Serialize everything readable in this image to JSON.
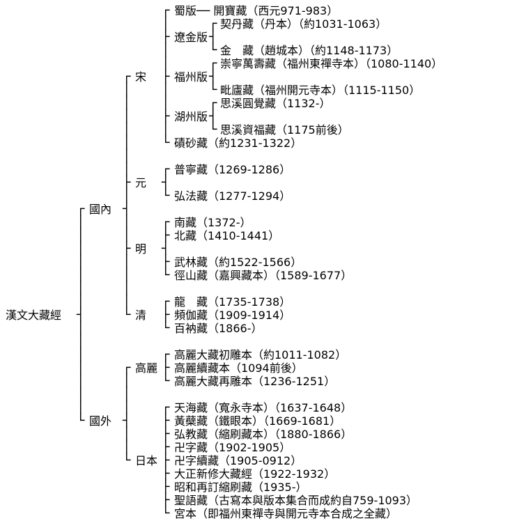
{
  "figure": {
    "root_label": "漢文大藏經",
    "colors": {
      "background": "#ffffff",
      "text": "#000000"
    }
  },
  "tree_rows": [
    [
      {
        "c": "g3",
        "t": "┌"
      },
      {
        "c": "l3",
        "t": "蜀版── 開寶藏（西元971-983）"
      }
    ],
    [
      {
        "c": "g3",
        "t": "│"
      },
      {
        "c": "g4",
        "t": "┌"
      },
      {
        "c": "l4",
        "t": "契丹藏（丹本）（約1031-1063）"
      }
    ],
    [
      {
        "c": "g3",
        "t": "├"
      },
      {
        "c": "l3",
        "t": "遼金版"
      },
      {
        "c": "g4",
        "t": "┤"
      }
    ],
    [
      {
        "c": "g3",
        "t": "│"
      },
      {
        "c": "g4",
        "t": "└"
      },
      {
        "c": "l4",
        "t": "金　藏（趙城本）（約1148-1173）"
      }
    ],
    [
      {
        "c": "g3",
        "t": "│"
      },
      {
        "c": "g4",
        "t": "┌"
      },
      {
        "c": "l4",
        "t": "崇寧萬壽藏（福州東禪寺本）（1080-1140）"
      }
    ],
    [
      {
        "c": "g2",
        "t": "┌"
      },
      {
        "c": "l2",
        "t": "宋"
      },
      {
        "c": "g3",
        "t": "├"
      },
      {
        "c": "l3",
        "t": "福州版"
      },
      {
        "c": "g4",
        "t": "┤"
      }
    ],
    [
      {
        "c": "g2",
        "t": "│"
      },
      {
        "c": "g3",
        "t": "│"
      },
      {
        "c": "g4",
        "t": "└"
      },
      {
        "c": "l4",
        "t": "毗廬藏（福州開元寺本）（1115-1150）"
      }
    ],
    [
      {
        "c": "g2",
        "t": "│"
      },
      {
        "c": "g3",
        "t": "│"
      },
      {
        "c": "g4",
        "t": "┌"
      },
      {
        "c": "l4",
        "t": "思溪圓覺藏（1132-）"
      }
    ],
    [
      {
        "c": "g2",
        "t": "│"
      },
      {
        "c": "g3",
        "t": "├"
      },
      {
        "c": "l3",
        "t": "湖州版"
      },
      {
        "c": "g4",
        "t": "┤"
      }
    ],
    [
      {
        "c": "g2",
        "t": "│"
      },
      {
        "c": "g3",
        "t": "│"
      },
      {
        "c": "g4",
        "t": "└"
      },
      {
        "c": "l4",
        "t": "思溪資福藏（1175前後）"
      }
    ],
    [
      {
        "c": "g2",
        "t": "│"
      },
      {
        "c": "g3",
        "t": "└"
      },
      {
        "c": "l3",
        "t": "磧砂藏（約1231-1322）"
      }
    ],
    [
      {
        "c": "g2",
        "t": "│"
      }
    ],
    [
      {
        "c": "g2",
        "t": "│"
      },
      {
        "c": "g3",
        "t": "┌"
      },
      {
        "c": "l3",
        "t": "普寧藏（1269-1286）"
      }
    ],
    [
      {
        "c": "g2",
        "t": "├"
      },
      {
        "c": "l2",
        "t": "元"
      },
      {
        "c": "g3",
        "t": "┤"
      }
    ],
    [
      {
        "c": "g2",
        "t": "│"
      },
      {
        "c": "g3",
        "t": "└"
      },
      {
        "c": "l3",
        "t": "弘法藏（1277-1294）"
      }
    ],
    [
      {
        "c": "g1",
        "t": "┌"
      },
      {
        "c": "l1",
        "t": "國內"
      },
      {
        "c": "g2",
        "t": "┤"
      }
    ],
    [
      {
        "c": "g1",
        "t": "│"
      },
      {
        "c": "g2",
        "t": "│"
      },
      {
        "c": "g3",
        "t": "┌"
      },
      {
        "c": "l3",
        "t": "南藏（1372-）"
      }
    ],
    [
      {
        "c": "g1",
        "t": "│"
      },
      {
        "c": "g2",
        "t": "│"
      },
      {
        "c": "g3",
        "t": "├"
      },
      {
        "c": "l3",
        "t": "北藏（1410-1441）"
      }
    ],
    [
      {
        "c": "g1",
        "t": "│"
      },
      {
        "c": "g2",
        "t": "├"
      },
      {
        "c": "l2",
        "t": "明"
      },
      {
        "c": "g3",
        "t": "┤"
      }
    ],
    [
      {
        "c": "g1",
        "t": "│"
      },
      {
        "c": "g2",
        "t": "│"
      },
      {
        "c": "g3",
        "t": "├"
      },
      {
        "c": "l3",
        "t": "武林藏（約1522-1566）"
      }
    ],
    [
      {
        "c": "g1",
        "t": "│"
      },
      {
        "c": "g2",
        "t": "│"
      },
      {
        "c": "g3",
        "t": "└"
      },
      {
        "c": "l3",
        "t": "徑山藏（嘉興藏本）（1589-1677）"
      }
    ],
    [
      {
        "c": "g1",
        "t": "│"
      },
      {
        "c": "g2",
        "t": "│"
      }
    ],
    [
      {
        "c": "g1",
        "t": "│"
      },
      {
        "c": "g2",
        "t": "│"
      },
      {
        "c": "g3",
        "t": "┌"
      },
      {
        "c": "l3",
        "t": "龍　藏（1735-1738）"
      }
    ],
    [
      {
        "c": "root",
        "t": "漢文大藏經"
      },
      {
        "c": "g1",
        "t": "┤"
      },
      {
        "c": "g2",
        "t": "└"
      },
      {
        "c": "l2",
        "t": "清"
      },
      {
        "c": "g3",
        "t": "├"
      },
      {
        "c": "l3",
        "t": "頻伽藏（1909-1914）"
      }
    ],
    [
      {
        "c": "g1",
        "t": "│"
      },
      {
        "c": "g3",
        "t": "└"
      },
      {
        "c": "l3",
        "t": "百衲藏（1866-）"
      }
    ],
    [
      {
        "c": "g1",
        "t": "│"
      }
    ],
    [
      {
        "c": "g1",
        "t": "│"
      },
      {
        "c": "g3",
        "t": "┌"
      },
      {
        "c": "l3",
        "t": "高麗大藏初雕本（約1011-1082）"
      }
    ],
    [
      {
        "c": "g1",
        "t": "│"
      },
      {
        "c": "g2",
        "t": "┌"
      },
      {
        "c": "l2",
        "t": "高麗"
      },
      {
        "c": "g3",
        "t": "├"
      },
      {
        "c": "l3",
        "t": "高麗續藏本（1094前後）"
      }
    ],
    [
      {
        "c": "g1",
        "t": "│"
      },
      {
        "c": "g2",
        "t": "│"
      },
      {
        "c": "g3",
        "t": "└"
      },
      {
        "c": "l3",
        "t": "高麗大藏再雕本（1236-1251）"
      }
    ],
    [
      {
        "c": "g1",
        "t": "│"
      },
      {
        "c": "g2",
        "t": "│"
      }
    ],
    [
      {
        "c": "g1",
        "t": "│"
      },
      {
        "c": "g2",
        "t": "│"
      },
      {
        "c": "g3",
        "t": "┌"
      },
      {
        "c": "l3",
        "t": "天海藏（寬永寺本）（1637-1648）"
      }
    ],
    [
      {
        "c": "g1",
        "t": "└"
      },
      {
        "c": "l1",
        "t": "國外"
      },
      {
        "c": "g2",
        "t": "┤"
      },
      {
        "c": "g3",
        "t": "├"
      },
      {
        "c": "l3",
        "t": "黃蘗藏（鐵眼本）（1669-1681）"
      }
    ],
    [
      {
        "c": "g2",
        "t": "│"
      },
      {
        "c": "g3",
        "t": "├"
      },
      {
        "c": "l3",
        "t": "弘教藏（縮刷藏本）（1880-1866）"
      }
    ],
    [
      {
        "c": "g2",
        "t": "│"
      },
      {
        "c": "g3",
        "t": "├"
      },
      {
        "c": "l3",
        "t": "卍字藏（1902-1905）"
      }
    ],
    [
      {
        "c": "g2",
        "t": "└"
      },
      {
        "c": "l2",
        "t": "日本"
      },
      {
        "c": "g3",
        "t": "├"
      },
      {
        "c": "l3",
        "t": "卍字續藏（1905-0912）"
      }
    ],
    [
      {
        "c": "g3",
        "t": "├"
      },
      {
        "c": "l3",
        "t": "大正新修大藏經（1922-1932）"
      }
    ],
    [
      {
        "c": "g3",
        "t": "├"
      },
      {
        "c": "l3",
        "t": "昭和再訂縮刷藏（1935-）"
      }
    ],
    [
      {
        "c": "g3",
        "t": "├"
      },
      {
        "c": "l3",
        "t": "聖語藏（古寫本與版本集合而成約自759-1093）"
      }
    ],
    [
      {
        "c": "g3",
        "t": "└"
      },
      {
        "c": "l3",
        "t": "宮本（即福州東禪寺與開元寺本合成之全藏）"
      }
    ]
  ]
}
